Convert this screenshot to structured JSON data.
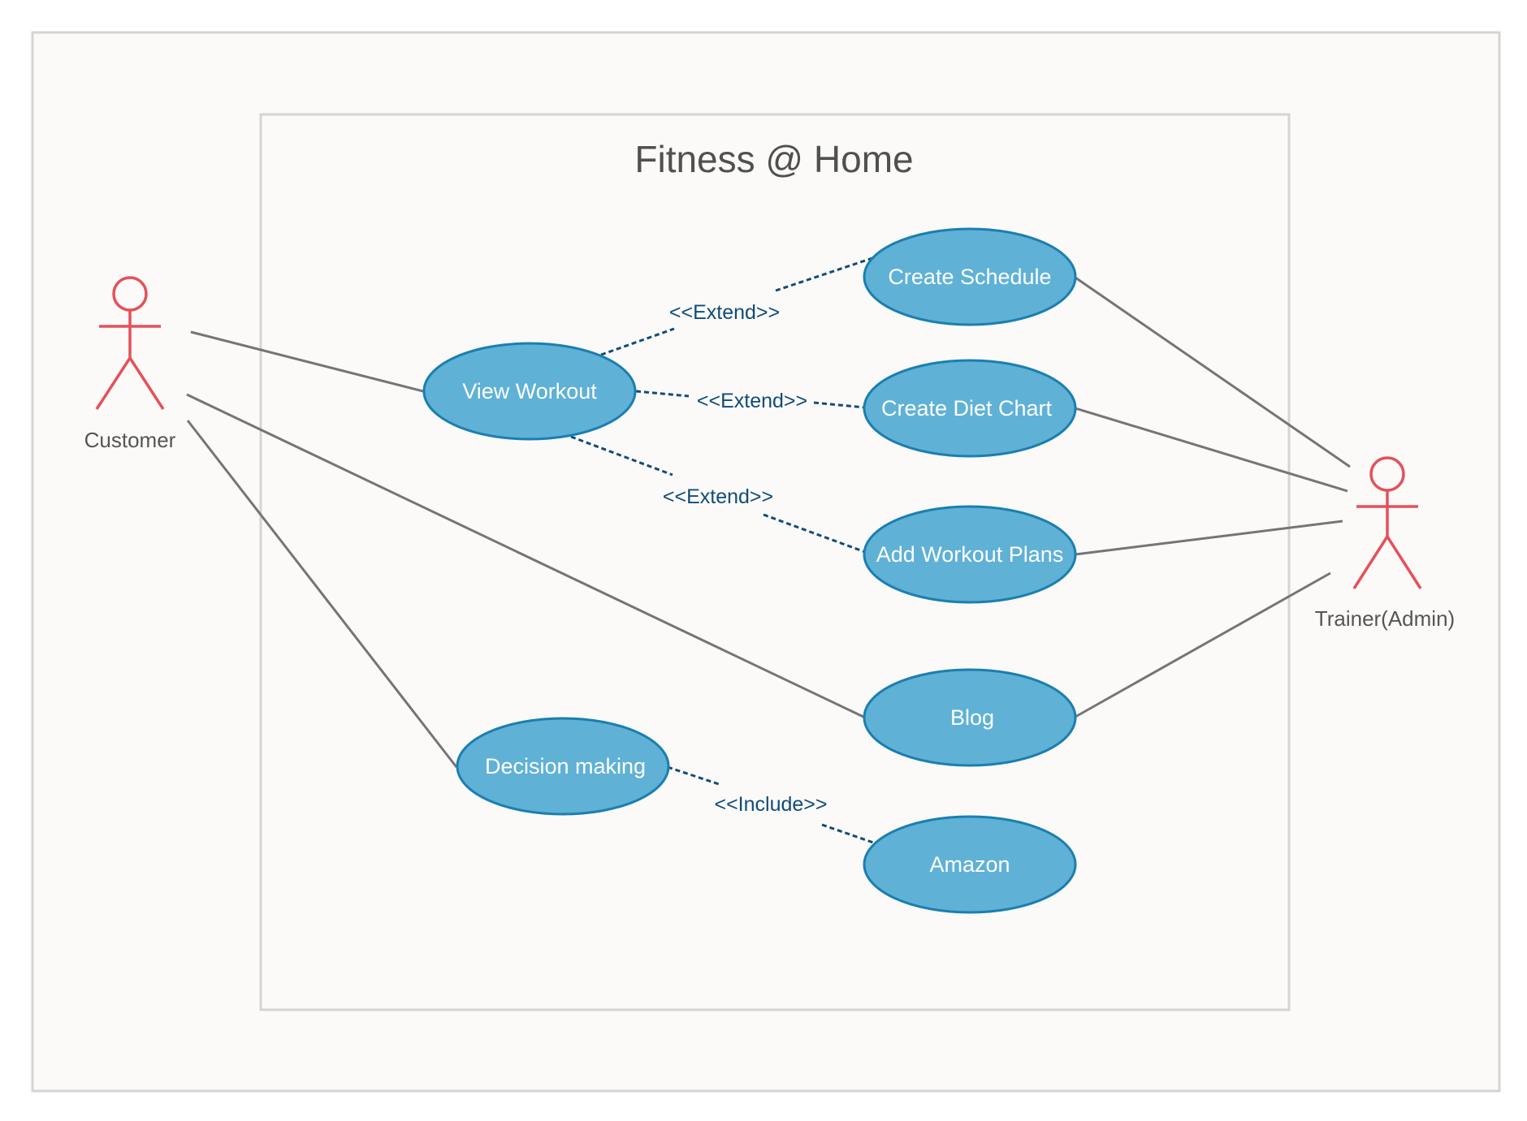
{
  "system": {
    "title": "Fitness @ Home"
  },
  "actors": [
    {
      "id": "customer",
      "label": "Customer"
    },
    {
      "id": "trainer",
      "label": "Trainer(Admin)"
    }
  ],
  "use_cases": [
    {
      "id": "create_schedule",
      "label": "Create Schedule"
    },
    {
      "id": "view_workout",
      "label": "View Workout"
    },
    {
      "id": "create_diet_chart",
      "label": "Create Diet Chart"
    },
    {
      "id": "add_workout_plans",
      "label": "Add Workout Plans"
    },
    {
      "id": "blog",
      "label": "Blog"
    },
    {
      "id": "decision_making",
      "label": "Decision making"
    },
    {
      "id": "amazon",
      "label": "Amazon"
    }
  ],
  "relationships": [
    {
      "from": "view_workout",
      "to": "create_schedule",
      "label": "<<Extend>>"
    },
    {
      "from": "view_workout",
      "to": "create_diet_chart",
      "label": "<<Extend>>"
    },
    {
      "from": "view_workout",
      "to": "add_workout_plans",
      "label": "<<Extend>>"
    },
    {
      "from": "decision_making",
      "to": "amazon",
      "label": "<<Include>>"
    }
  ],
  "colors": {
    "actor": "#e5505a",
    "use_case_fill": "#5fb1d6",
    "use_case_stroke": "#1a7fb0",
    "dashed": "#0f4c7a",
    "association": "#757575",
    "frame": "#d4d4d4",
    "background": "#fbfaf8"
  }
}
